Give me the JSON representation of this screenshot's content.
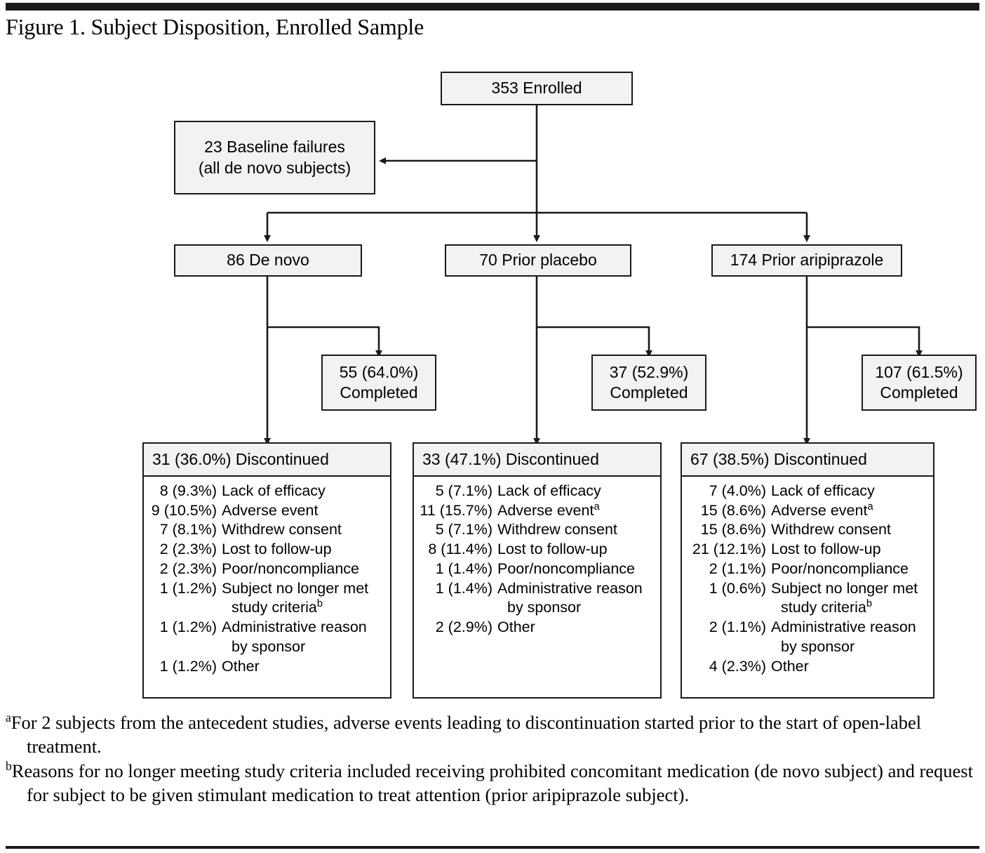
{
  "figure": {
    "title": "Figure 1. Subject Disposition, Enrolled Sample"
  },
  "nodes": {
    "enrolled": "353 Enrolled",
    "baseline_failures_line1": "23 Baseline failures",
    "baseline_failures_line2": "(all de novo subjects)",
    "arm_de_novo": "86 De novo",
    "arm_prior_placebo": "70 Prior placebo",
    "arm_prior_aripiprazole": "174 Prior aripiprazole",
    "completed_de_novo_line1": "55 (64.0%)",
    "completed_de_novo_line2": "Completed",
    "completed_placebo_line1": "37 (52.9%)",
    "completed_placebo_line2": "Completed",
    "completed_aripiprazole_line1": "107 (61.5%)",
    "completed_aripiprazole_line2": "Completed"
  },
  "discontinued": [
    {
      "header": "31 (36.0%) Discontinued",
      "reasons": [
        {
          "num": "8 (9.3%)",
          "text": "Lack of efficacy",
          "cont": "",
          "sup": ""
        },
        {
          "num": "9 (10.5%)",
          "text": "Adverse event",
          "cont": "",
          "sup": ""
        },
        {
          "num": "7 (8.1%)",
          "text": "Withdrew consent",
          "cont": "",
          "sup": ""
        },
        {
          "num": "2 (2.3%)",
          "text": "Lost to follow-up",
          "cont": "",
          "sup": ""
        },
        {
          "num": "2 (2.3%)",
          "text": "Poor/noncompliance",
          "cont": "",
          "sup": ""
        },
        {
          "num": "1 (1.2%)",
          "text": "Subject no longer met",
          "cont": "study criteria",
          "sup": "b"
        },
        {
          "num": "1 (1.2%)",
          "text": "Administrative reason",
          "cont": "by sponsor",
          "sup": ""
        },
        {
          "num": "1 (1.2%)",
          "text": "Other",
          "cont": "",
          "sup": ""
        }
      ]
    },
    {
      "header": "33 (47.1%) Discontinued",
      "reasons": [
        {
          "num": "5 (7.1%)",
          "text": "Lack of efficacy",
          "cont": "",
          "sup": ""
        },
        {
          "num": "11 (15.7%)",
          "text": "Adverse event",
          "cont": "",
          "sup": "a"
        },
        {
          "num": "5 (7.1%)",
          "text": "Withdrew consent",
          "cont": "",
          "sup": ""
        },
        {
          "num": "8 (11.4%)",
          "text": "Lost to follow-up",
          "cont": "",
          "sup": ""
        },
        {
          "num": "1 (1.4%)",
          "text": "Poor/noncompliance",
          "cont": "",
          "sup": ""
        },
        {
          "num": "1 (1.4%)",
          "text": "Administrative reason",
          "cont": "by sponsor",
          "sup": ""
        },
        {
          "num": "2 (2.9%)",
          "text": "Other",
          "cont": "",
          "sup": ""
        }
      ]
    },
    {
      "header": "67 (38.5%) Discontinued",
      "reasons": [
        {
          "num": "7 (4.0%)",
          "text": "Lack of efficacy",
          "cont": "",
          "sup": ""
        },
        {
          "num": "15 (8.6%)",
          "text": "Adverse event",
          "cont": "",
          "sup": "a"
        },
        {
          "num": "15 (8.6%)",
          "text": "Withdrew consent",
          "cont": "",
          "sup": ""
        },
        {
          "num": "21 (12.1%)",
          "text": "Lost to follow-up",
          "cont": "",
          "sup": ""
        },
        {
          "num": "2 (1.1%)",
          "text": "Poor/noncompliance",
          "cont": "",
          "sup": ""
        },
        {
          "num": "1 (0.6%)",
          "text": "Subject no longer met",
          "cont": "study criteria",
          "sup": "b"
        },
        {
          "num": "2 (1.1%)",
          "text": "Administrative reason",
          "cont": "by sponsor",
          "sup": ""
        },
        {
          "num": "4 (2.3%)",
          "text": "Other",
          "cont": "",
          "sup": ""
        }
      ]
    }
  ],
  "footnotes": [
    {
      "marker": "a",
      "text": "For 2 subjects from the antecedent studies, adverse events leading to discontinuation started prior to the start of open-label treatment."
    },
    {
      "marker": "b",
      "text": "Reasons for no longer meeting study criteria included receiving prohibited concomitant medication (de novo subject) and request for subject to be given stimulant medication to treat attention (prior aripiprazole subject)."
    }
  ],
  "colors": {
    "line": "#1a1a1a",
    "box_fill": "#f2f2f2",
    "panel_fill": "#ffffff"
  },
  "chart_data": {
    "type": "diagram",
    "title": "Figure 1. Subject Disposition, Enrolled Sample",
    "total_enrolled": 353,
    "baseline_failures": 23,
    "arms": [
      {
        "name": "De novo",
        "n": 86,
        "completed": 55,
        "completed_pct": 64.0,
        "discontinued": 31,
        "discontinued_pct": 36.0
      },
      {
        "name": "Prior placebo",
        "n": 70,
        "completed": 37,
        "completed_pct": 52.9,
        "discontinued": 33,
        "discontinued_pct": 47.1
      },
      {
        "name": "Prior aripiprazole",
        "n": 174,
        "completed": 107,
        "completed_pct": 61.5,
        "discontinued": 67,
        "discontinued_pct": 38.5
      }
    ]
  }
}
